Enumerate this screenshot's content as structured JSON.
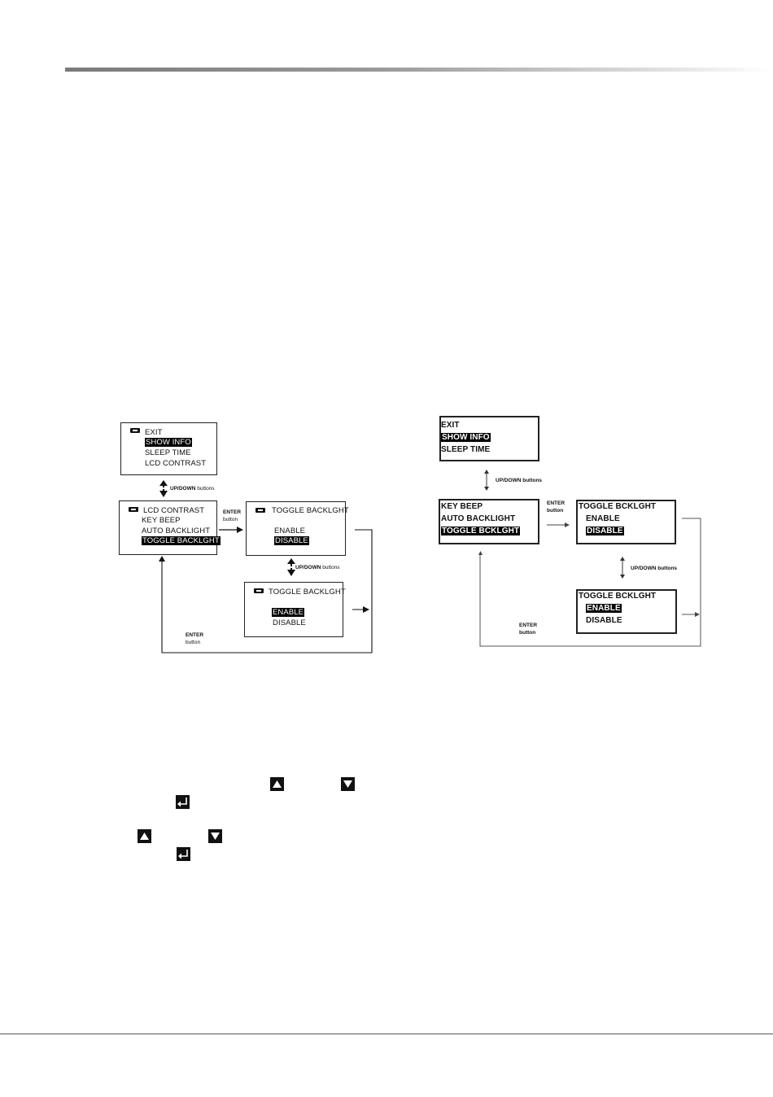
{
  "left_diagram": {
    "box_main": {
      "lines": [
        "EXIT",
        "SHOW INFO",
        "SLEEP TIME",
        "LCD CONTRAST"
      ]
    },
    "box_menu": {
      "lines": [
        "LCD CONTRAST",
        "KEY BEEP",
        "AUTO BACKLIGHT",
        "TOGGLE BACKLGHT"
      ]
    },
    "box_toggle_a": {
      "title": "TOGGLE BACKLGHT",
      "opt1": "ENABLE",
      "opt2": "DISABLE"
    },
    "box_toggle_b": {
      "title": "TOGGLE BACKLGHT",
      "opt1": "ENABLE",
      "opt2": "DISABLE"
    },
    "label_updown_1": {
      "bold": "UP/DOWN",
      "rest": " buttons"
    },
    "label_updown_2": {
      "bold": "UP/DOWN",
      "rest": " buttons"
    },
    "label_enter_1": {
      "bold": "ENTER",
      "rest": "button"
    },
    "label_enter_2": {
      "bold": "ENTER",
      "rest": "button"
    }
  },
  "right_diagram": {
    "box_main": {
      "lines": [
        "EXIT",
        "SHOW INFO",
        "SLEEP TIME"
      ]
    },
    "box_menu": {
      "lines": [
        "KEY BEEP",
        "AUTO BACKLIGHT",
        "TOGGLE BCKLGHT"
      ]
    },
    "box_toggle_a": {
      "title": "TOGGLE BCKLGHT",
      "opt1": "ENABLE",
      "opt2": "DISABLE"
    },
    "box_toggle_b": {
      "title": "TOGGLE BCKLGHT",
      "opt1": "ENABLE",
      "opt2": "DISABLE"
    },
    "label_updown_1": "UP/DOWN buttons",
    "label_updown_2": "UP/DOWN buttons",
    "label_enter_1": {
      "line1": "ENTER",
      "line2": "button"
    },
    "label_enter_2": {
      "line1": "ENTER",
      "line2": "button"
    }
  },
  "icons": {
    "up": "up-triangle-button-icon",
    "down": "down-triangle-button-icon",
    "enter": "enter-return-button-icon"
  }
}
